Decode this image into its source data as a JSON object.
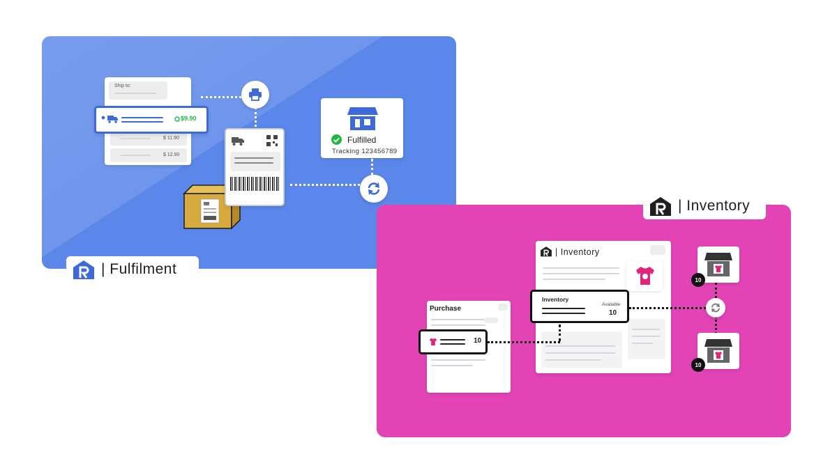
{
  "fulfilment": {
    "ship_to_label": "Ship to:",
    "selected_price": "$9.90",
    "rate_2": "$ 11.90",
    "rate_3": "$ 12.90",
    "fulfilled_label": "Fulfilled",
    "tracking_label": "Tracking 123456789",
    "tab_label": "| Fulfilment"
  },
  "inventory": {
    "tab_label": "| Inventory",
    "window_title": "| Inventory",
    "inventory_label": "Inventory",
    "available_label": "Available",
    "available_value": "10",
    "purchase_label": "Purchase",
    "purchase_qty": "10",
    "store_badge_1": "10",
    "store_badge_2": "10"
  },
  "colors": {
    "fulfilment_bg": "#5b87ea",
    "inventory_bg": "#e244b6",
    "brand_blue": "#3d6ad6",
    "price_green": "#1fb83f",
    "shirt_pink": "#e2247a"
  },
  "icons": [
    "printer-icon",
    "sync-icon",
    "store-icon",
    "check-circle-icon",
    "truck-icon",
    "qr-code-icon",
    "barcode-icon",
    "box-icon",
    "brand-logo-icon",
    "tshirt-icon",
    "shop-icon"
  ]
}
